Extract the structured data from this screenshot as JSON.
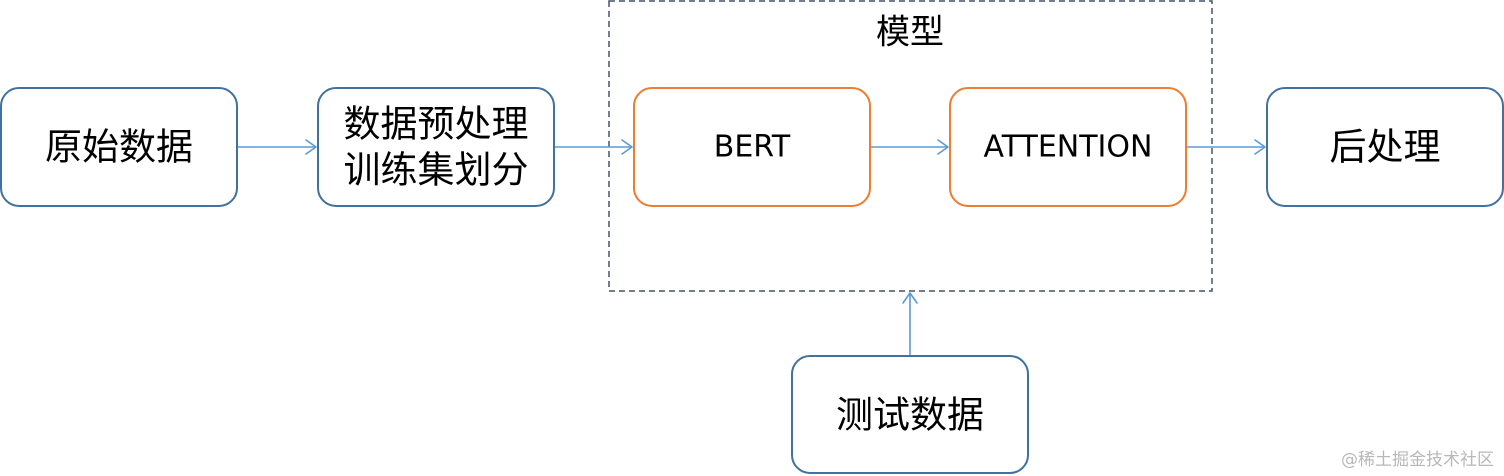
{
  "diagram": {
    "group": {
      "label": "模型"
    },
    "nodes": {
      "raw_data": {
        "label": "原始数据"
      },
      "preprocess": {
        "line1": "数据预处理",
        "line2": "训练集划分"
      },
      "bert": {
        "label": "BERT"
      },
      "attention": {
        "label": "ATTENTION"
      },
      "postprocess": {
        "label": "后处理"
      },
      "test_data": {
        "label": "测试数据"
      }
    },
    "edges": [
      {
        "from": "原始数据",
        "to": "数据预处理 训练集划分"
      },
      {
        "from": "数据预处理 训练集划分",
        "to": "BERT"
      },
      {
        "from": "BERT",
        "to": "ATTENTION"
      },
      {
        "from": "ATTENTION",
        "to": "后处理"
      },
      {
        "from": "测试数据",
        "to": "模型"
      }
    ]
  },
  "colors": {
    "node_border": "#41719c",
    "model_node_border": "#ed7d31",
    "arrow": "#5b9bd5",
    "group_border": "#44546a"
  },
  "watermark": "@稀土掘金技术社区"
}
